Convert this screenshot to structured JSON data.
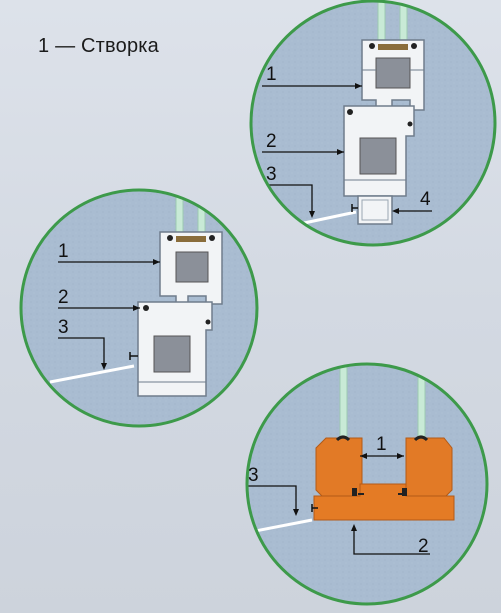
{
  "legend": {
    "text": "1 — Створка"
  },
  "details": [
    {
      "name": "detail-top-right",
      "callouts": [
        "1",
        "2",
        "3",
        "4"
      ]
    },
    {
      "name": "detail-middle-left",
      "callouts": [
        "1",
        "2",
        "3"
      ]
    },
    {
      "name": "detail-bottom-right",
      "callouts": [
        "1",
        "3",
        "2"
      ]
    }
  ],
  "colors": {
    "circle_fill": "#a9bcd1",
    "circle_border": "#3d9a4a",
    "profile_white": "#f2f4f6",
    "profile_outline": "#6f7d8c",
    "reinforcement": "#8b9099",
    "gasket": "#222222",
    "glass": "#c8ead6",
    "wood": "#e27a26",
    "wood_dark": "#c4621b"
  }
}
